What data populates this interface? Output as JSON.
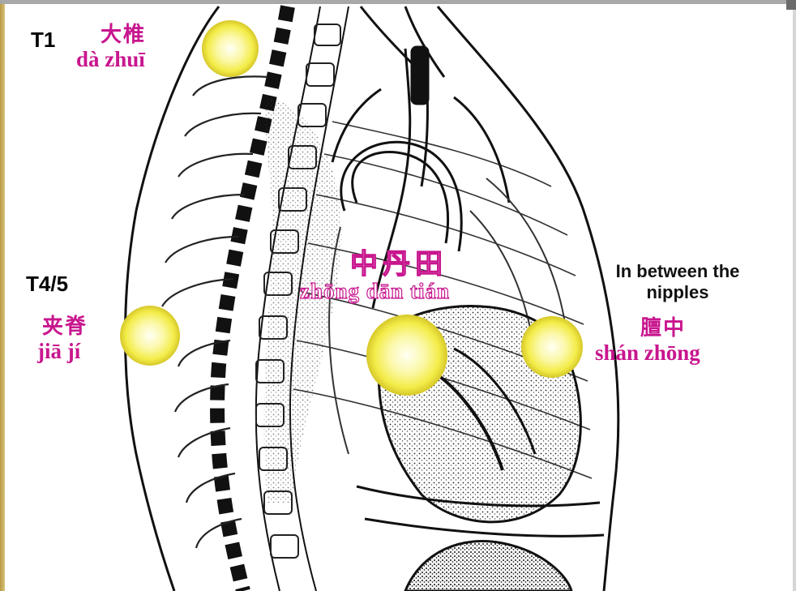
{
  "points": {
    "da_zhui": {
      "vertebra": "T1",
      "chinese": "大椎",
      "pinyin": "dà zhuī"
    },
    "jia_ji": {
      "vertebra": "T4/5",
      "chinese": "夹脊",
      "pinyin": "jiā jí"
    },
    "zhong_dan_tian": {
      "chinese": "中丹田",
      "pinyin": "zhōng dān tián"
    },
    "shan_zhong": {
      "description": "In between the nipples",
      "chinese": "膻中",
      "pinyin": "shán zhōng"
    }
  },
  "colors": {
    "label_magenta": "#c8168e",
    "marker_yellow": "#f3ee4a",
    "marker_core": "#ffffe8",
    "ink": "#111111"
  }
}
